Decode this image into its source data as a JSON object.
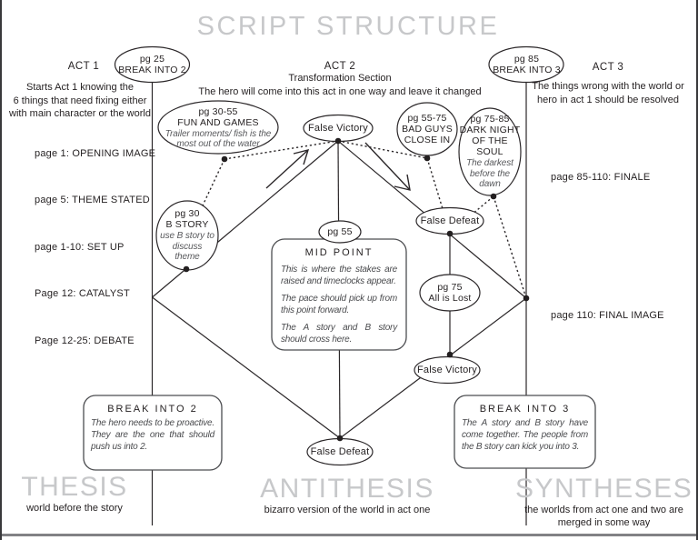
{
  "title": "SCRIPT STRUCTURE",
  "acts": {
    "act1": {
      "label": "ACT 1",
      "lines": [
        "Starts Act 1 knowing the",
        "6 things that need fixing either",
        "with main character or the world"
      ]
    },
    "act2": {
      "label": "ACT 2",
      "subtitle": "Transformation Section",
      "description": "The hero will come into this act in one way and leave it changed"
    },
    "act3": {
      "label": "ACT 3",
      "lines": [
        "The things wrong with the world or",
        "hero in act 1 should be resolved"
      ]
    }
  },
  "act1_beats": [
    "page 1:  OPENING IMAGE",
    "page 5:  THEME STATED",
    "page 1-10:  SET UP",
    "Page 12:  CATALYST",
    "Page 12-25:  DEBATE"
  ],
  "act3_beats": [
    "page 85-110:  FINALE",
    "page 110:  FINAL IMAGE"
  ],
  "nodes": {
    "break_into_2": {
      "page": "pg 25",
      "label": "BREAK INTO 2"
    },
    "break_into_3": {
      "page": "pg 85",
      "label": "BREAK INTO 3"
    },
    "fun_and_games": {
      "page": "pg 30-55",
      "label": "FUN AND GAMES",
      "note": "Trailer moments/ fish is the most out of the water"
    },
    "false_victory_top": {
      "label": "False Victory"
    },
    "bad_guys_close_in": {
      "page": "pg 55-75",
      "label": "BAD GUYS CLOSE IN"
    },
    "dark_night_of_the_soul": {
      "page": "pg 75-85",
      "label": "DARK NIGHT OF THE SOUL",
      "note": "The darkest before the dawn"
    },
    "b_story": {
      "page": "pg 30",
      "label": "B STORY",
      "note": "use B story to discuss theme"
    },
    "midpoint_page": {
      "label": "pg 55"
    },
    "false_defeat_mid": {
      "label": "False Defeat"
    },
    "all_is_lost": {
      "page": "pg 75",
      "label": "All is Lost"
    },
    "false_victory_bottom": {
      "label": "False Victory"
    },
    "false_defeat_bottom": {
      "label": "False Defeat"
    }
  },
  "boxes": {
    "midpoint": {
      "title": "MID POINT",
      "paragraphs": [
        "This is where the stakes are raised and timeclocks appear.",
        "The pace should pick up from this point forward.",
        "The A story and B story should cross here."
      ]
    },
    "break_into_2": {
      "title": "BREAK INTO 2",
      "body": "The hero needs to be proactive. They are the one that should push us into 2."
    },
    "break_into_3": {
      "title": "BREAK INTO 3",
      "body": "The A story and B story have come together. The people from the B story can kick you into 3."
    }
  },
  "footer": {
    "thesis": {
      "heading": "THESIS",
      "caption": "world before the story"
    },
    "antithesis": {
      "heading": "ANTITHESIS",
      "caption": "bizarro version of the world in act one"
    },
    "syntheses": {
      "heading": "SYNTHESES",
      "caption": "the worlds from act one and two are merged in some way"
    }
  },
  "colors": {
    "ink": "#231f20",
    "muted_heading": "#c7c8ca",
    "note_gray": "#58595c"
  }
}
